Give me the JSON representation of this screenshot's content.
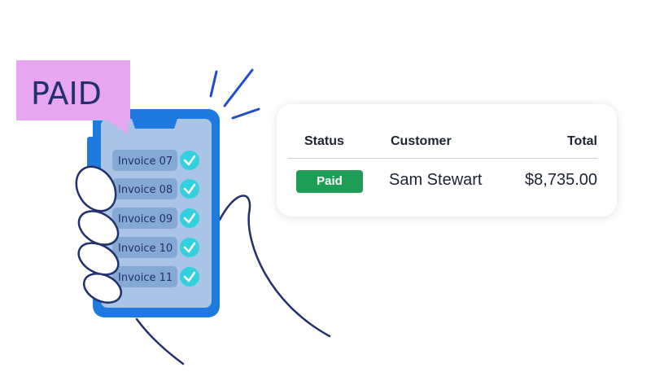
{
  "illustration": {
    "sticker_label": "PAID",
    "invoices": [
      {
        "label": "Invoice 07",
        "checked": true
      },
      {
        "label": "Invoice 08",
        "checked": true
      },
      {
        "label": "Invoice 09",
        "checked": true
      },
      {
        "label": "Invoice 10",
        "checked": true
      },
      {
        "label": "Invoice 11",
        "checked": true
      }
    ]
  },
  "table": {
    "headers": {
      "status": "Status",
      "customer": "Customer",
      "total": "Total"
    },
    "row": {
      "status": "Paid",
      "customer": "Sam Stewart",
      "total": "$8,735.00"
    }
  },
  "colors": {
    "phone_frame": "#1f7ae0",
    "phone_screen": "#a9c4e4",
    "sticker": "#e7a6f0",
    "check": "#33d1e0",
    "ink": "#23306e",
    "badge": "#1f9d56"
  }
}
